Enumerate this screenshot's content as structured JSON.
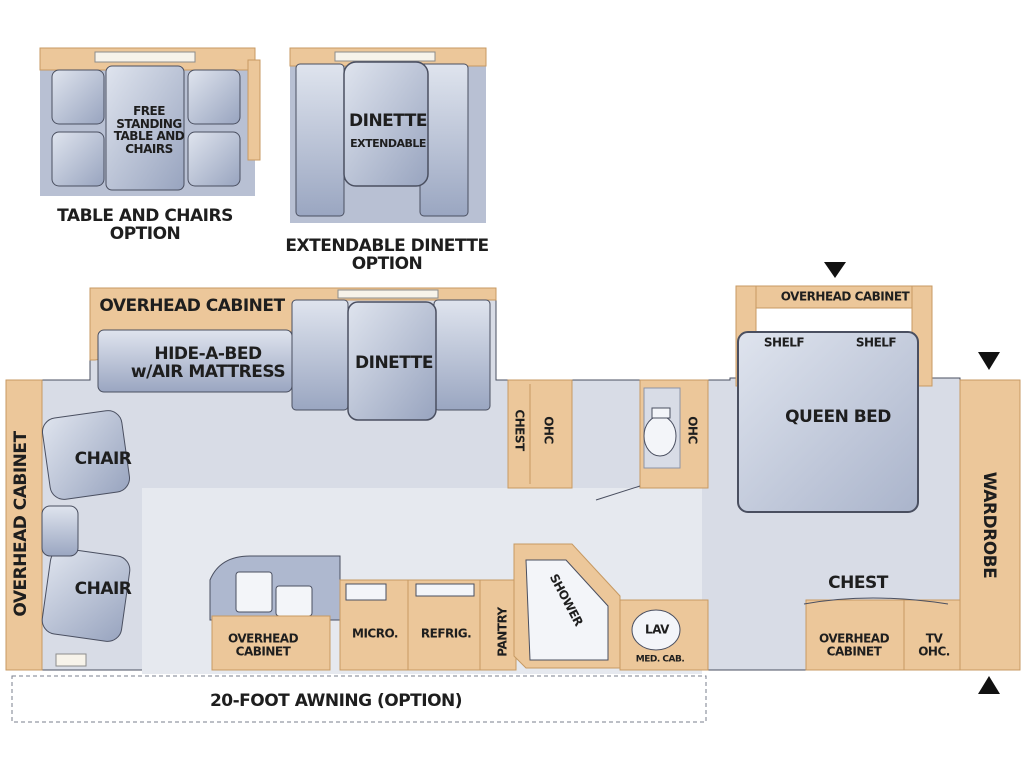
{
  "options": {
    "table_chairs": {
      "inner_label": "FREE\nSTANDING\nTABLE AND\nCHAIRS",
      "caption": "TABLE AND CHAIRS\nOPTION"
    },
    "extendable_dinette": {
      "inner_title": "DINETTE",
      "inner_sub": "EXTENDABLE",
      "caption": "EXTENDABLE DINETTE\nOPTION"
    }
  },
  "floorplan": {
    "overhead_cabinet_top": "OVERHEAD CABINET",
    "hide_a_bed": "HIDE-A-BED\nw/AIR MATTRESS",
    "dinette": "DINETTE",
    "overhead_cabinet_left": "OVERHEAD CABINET",
    "chair_1": "CHAIR",
    "chair_2": "CHAIR",
    "chest_mid": "CHEST",
    "ohc_mid": "OHC",
    "ohc_bath": "OHC",
    "overhead_cabinet_bed": "OVERHEAD CABINET",
    "shelf_left": "SHELF",
    "shelf_right": "SHELF",
    "queen_bed": "QUEEN BED",
    "wardrobe": "WARDROBE",
    "chest_bed": "CHEST",
    "overhead_cabinet_bed_low": "OVERHEAD\nCABINET",
    "tv_ohc": "TV\nOHC.",
    "overhead_cabinet_kitchen": "OVERHEAD\nCABINET",
    "micro": "MICRO.",
    "refrig": "REFRIG.",
    "pantry": "PANTRY",
    "shower": "SHOWER",
    "lav": "LAV",
    "med_cab": "MED. CAB.",
    "awning": "20-FOOT AWNING (OPTION)"
  },
  "colors": {
    "cabinet": "#ecc79a",
    "cabinet_dark": "#c79a63",
    "floor": "#d8dce6",
    "floor_light": "#e6e9ef",
    "furniture": "#aeb8cf",
    "furniture_light": "#cdd4e3",
    "outline": "#4a4f60"
  }
}
